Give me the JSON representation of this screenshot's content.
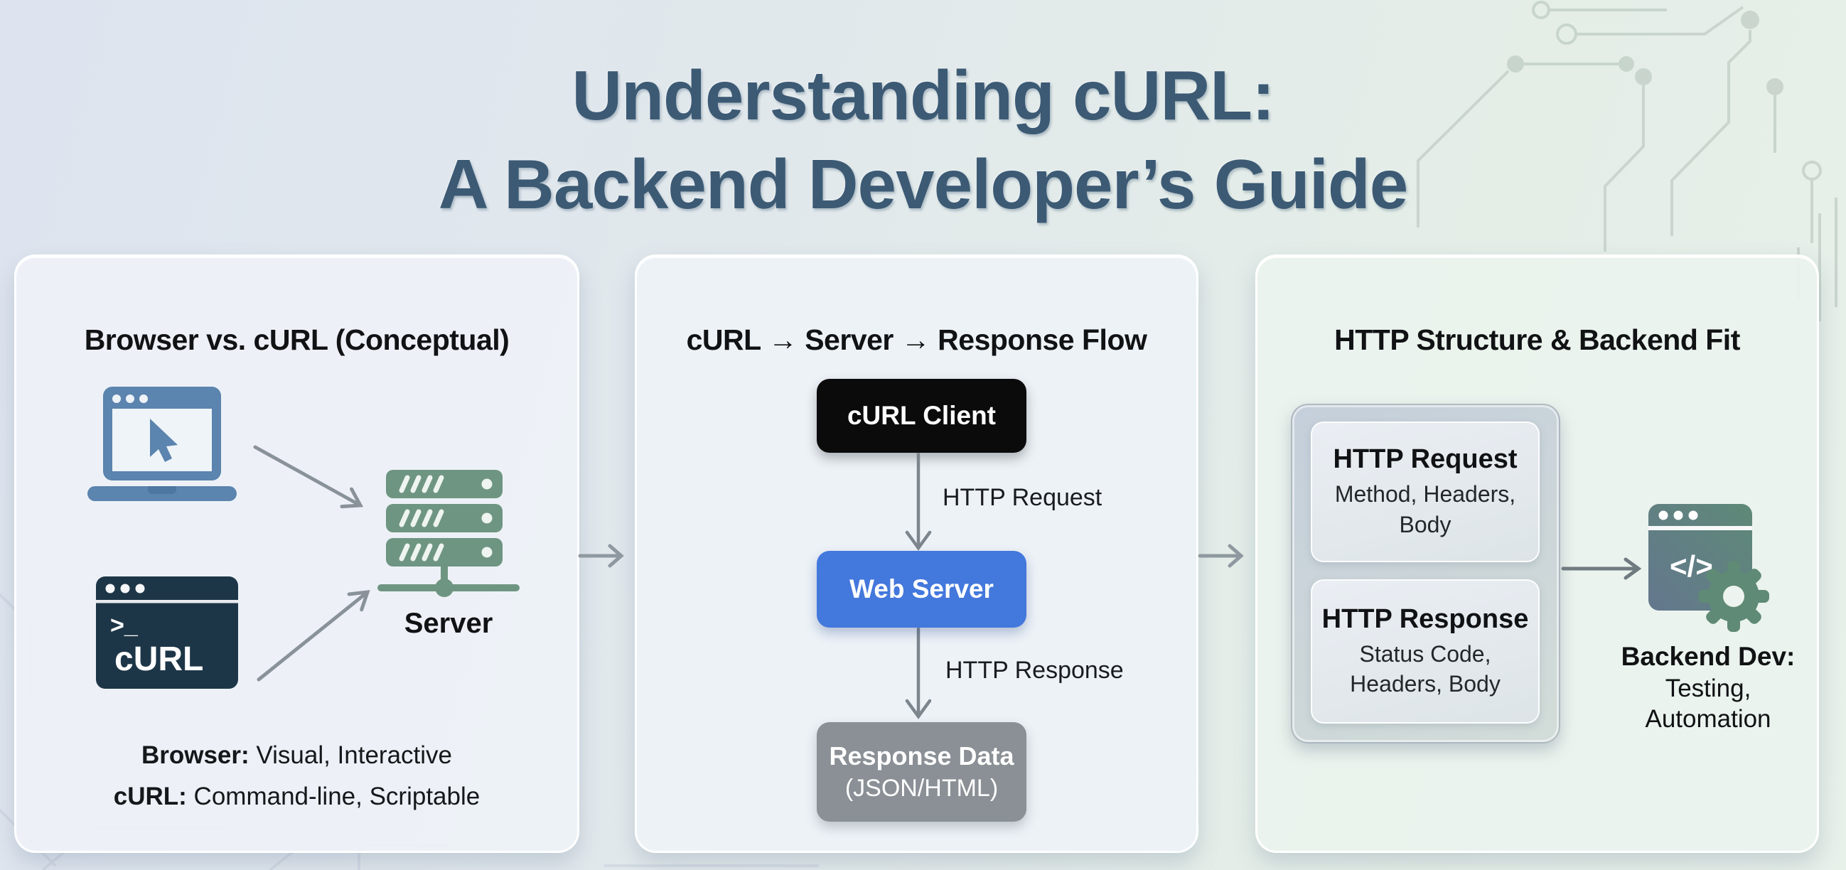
{
  "title": {
    "line1": "Understanding cURL:",
    "line2": "A Backend Developer’s Guide"
  },
  "colors": {
    "title_text": "#3c5a74",
    "panel_bg": "#eef2f7",
    "panel3_bg": "#ecf3ee",
    "browser_icon_blue": "#5b84ae",
    "terminal_navy": "#1d3647",
    "server_green": "#6e9581",
    "curl_client_black": "#0b0b0c",
    "web_server_blue": "#4378dc",
    "response_gray": "#8a9095",
    "arrow_gray": "#8a9299",
    "gear_green": "#5f8a75"
  },
  "panel1": {
    "heading": "Browser vs. cURL (Conceptual)",
    "terminal_prompt": ">_",
    "terminal_label": "cURL",
    "server_label": "Server",
    "notes": [
      {
        "bold": "Browser:",
        "rest": " Visual, Interactive"
      },
      {
        "bold": "cURL:",
        "rest": " Command-line, Scriptable"
      }
    ]
  },
  "panel2": {
    "heading": "cURL → Server → Response Flow",
    "nodes": [
      {
        "label": "cURL Client"
      },
      {
        "label": "Web Server"
      },
      {
        "line1": "Response Data",
        "line2": "(JSON/HTML)"
      }
    ],
    "edges": [
      {
        "label": "HTTP Request"
      },
      {
        "label": "HTTP Response"
      }
    ]
  },
  "panel3": {
    "heading": "HTTP Structure & Backend Fit",
    "request_box": {
      "title": "HTTP Request",
      "line1": "Method, Headers,",
      "line2": "Body"
    },
    "response_box": {
      "title": "HTTP Response",
      "line1": "Status Code,",
      "line2": "Headers, Body"
    },
    "code_glyph": "</>",
    "backend": {
      "line1": "Backend Dev:",
      "line2": "Testing,",
      "line3": "Automation"
    }
  }
}
